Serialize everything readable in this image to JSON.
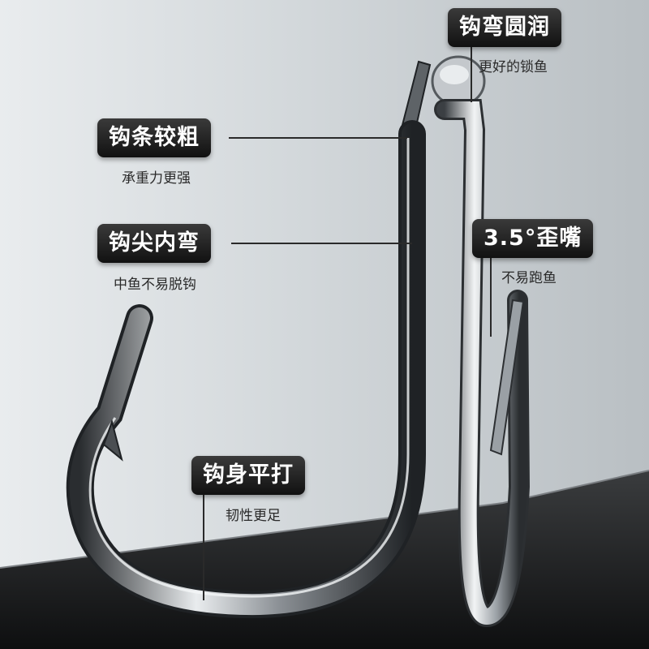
{
  "colors": {
    "wall": "#d3d8db",
    "floor": "#1a1a1a",
    "pill": "#1c1c1c",
    "steel_light": "#e8ebed",
    "steel_dark": "#2d3033"
  },
  "callouts": {
    "bend": {
      "title": "钩弯圆润",
      "subtitle": "更好的锁鱼"
    },
    "shank": {
      "title": "钩条较粗",
      "subtitle": "承重力更强"
    },
    "point": {
      "title": "钩尖内弯",
      "subtitle": "中鱼不易脱钩"
    },
    "offset": {
      "title": "3.5°歪嘴",
      "subtitle": "不易跑鱼"
    },
    "forged": {
      "title": "钩身平打",
      "subtitle": "韧性更足"
    }
  }
}
